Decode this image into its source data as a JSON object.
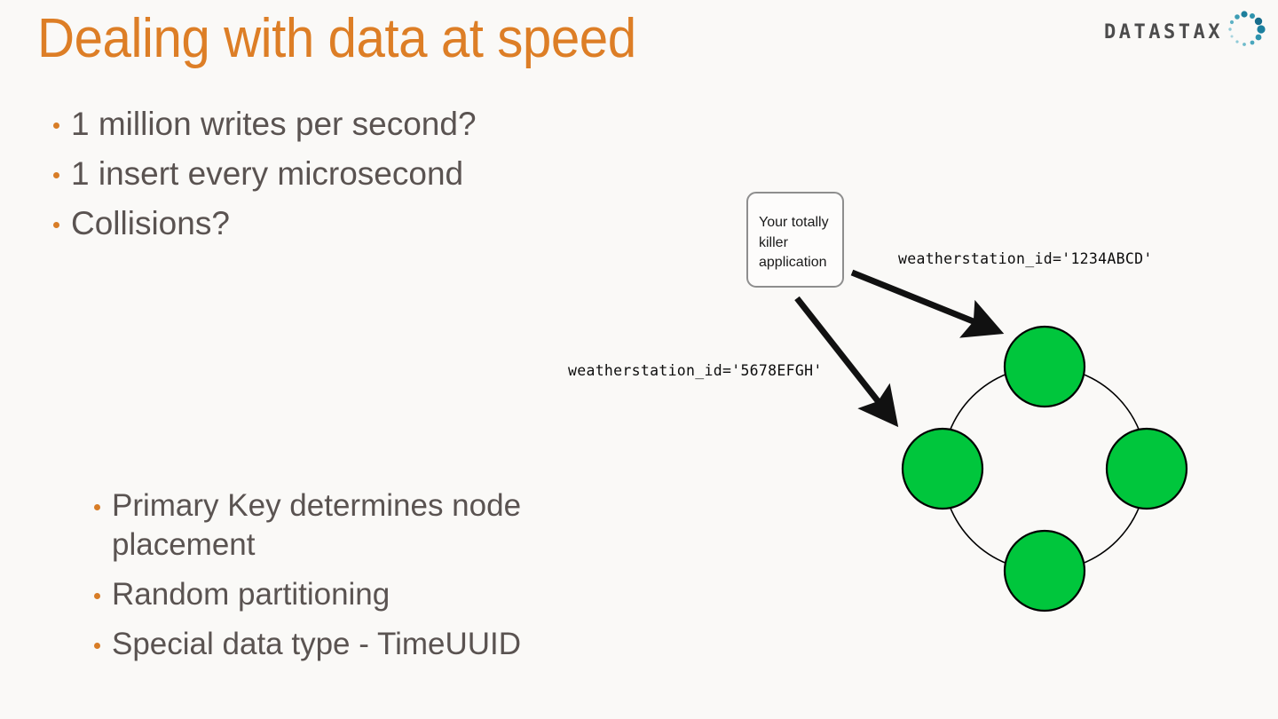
{
  "slide": {
    "title": "Dealing with data at speed",
    "background_color": "#faf9f7",
    "accent_color": "#dd7e26",
    "text_color": "#5a5351"
  },
  "logo": {
    "wordmark": "DATASTAX",
    "dot_color": "#1b7f9e",
    "text_color": "#4c4c4c"
  },
  "bullets_top": [
    {
      "text": "1 million writes per second?"
    },
    {
      "text": "1 insert every microsecond"
    },
    {
      "text": "Collisions?"
    }
  ],
  "bullets_bottom": [
    {
      "text": "Primary Key determines node placement"
    },
    {
      "text": "Random partitioning"
    },
    {
      "text": "Special data type - TimeUUID"
    }
  ],
  "diagram": {
    "app_box": {
      "text": "Your totally killer application"
    },
    "edge_labels": [
      {
        "text": "weatherstation_id='1234ABCD'"
      },
      {
        "text": "weatherstation_id='5678EFGH'"
      }
    ],
    "ring": {
      "node_color": "#00c63c",
      "node_border_color": "#000000",
      "node_count": 4,
      "nodes": [
        {
          "position": "north"
        },
        {
          "position": "east"
        },
        {
          "position": "south"
        },
        {
          "position": "west"
        }
      ]
    }
  }
}
